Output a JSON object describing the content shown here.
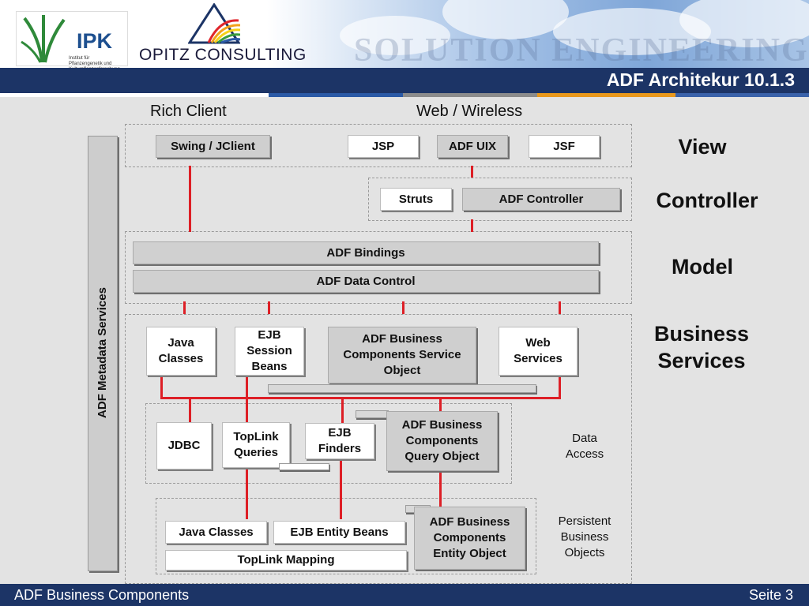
{
  "header": {
    "ipk_logo_text": "IPK",
    "ipk_subtitle": "Institut für Pflanzengenetik und Kulturpflanzenforschung GATERSLEBEN",
    "opitz_logo_text": "OPITZ CONSULTING",
    "watermark": "SOLUTION ENGINEERING",
    "page_title": "ADF Architekur 10.1.3"
  },
  "columns": {
    "rich_client": "Rich Client",
    "web_wireless": "Web / Wireless"
  },
  "view": {
    "swing": "Swing / JClient",
    "jsp": "JSP",
    "adf_uix": "ADF UIX",
    "jsf": "JSF"
  },
  "controller": {
    "struts": "Struts",
    "adf_controller": "ADF Controller"
  },
  "model": {
    "bindings": "ADF Bindings",
    "data_control": "ADF Data Control"
  },
  "business_services": {
    "java_classes": "Java Classes",
    "ejb_session_beans": "EJB Session Beans",
    "service_object": "ADF Business Components Service Object",
    "web_services": "Web Services"
  },
  "data_access": {
    "jdbc": "JDBC",
    "toplink_queries": "TopLink Queries",
    "ejb_finders": "EJB Finders",
    "query_object": "ADF Business Components Query Object",
    "label": "Data Access"
  },
  "persistent": {
    "java_classes": "Java Classes",
    "ejb_entity_beans": "EJB Entity Beans",
    "toplink_mapping": "TopLink Mapping",
    "entity_object": "ADF Business Components Entity Object",
    "label": "Persistent Business Objects"
  },
  "layers": {
    "view": "View",
    "controller": "Controller",
    "model": "Model",
    "business_services": "Business Services"
  },
  "metadata_services": "ADF Metadata Services",
  "footer": {
    "left": "ADF Business Components",
    "right": "Seite 3"
  },
  "colors": {
    "navy": "#1c3466",
    "connector_red": "#dd1f26",
    "stripe_orange": "#e9981c",
    "stripe_blue": "#2b5aa6"
  }
}
